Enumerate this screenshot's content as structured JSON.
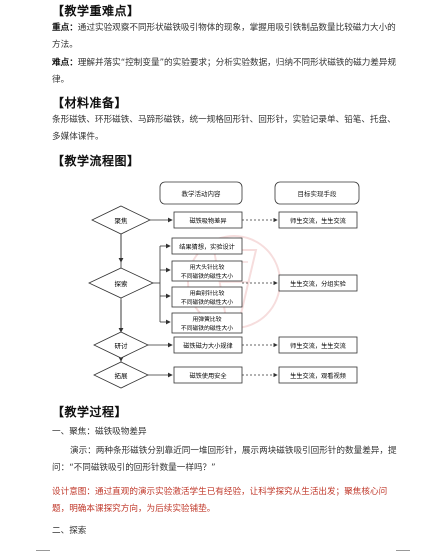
{
  "sections": {
    "key_points": {
      "heading": "【教学重难点】",
      "focus_label": "重点：",
      "focus_text": "通过实验观察不同形状磁铁吸引物体的现象，掌握用吸引铁制品数量比较磁力大小的方法。",
      "difficulty_label": "难点：",
      "difficulty_text": "理解并落实“控制变量”的实验要求；分析实验数据，归纳不同形状磁铁的磁力差异规律。"
    },
    "materials": {
      "heading": "【材料准备】",
      "text": "条形磁铁、环形磁铁、马蹄形磁铁，统一规格回形针、回形针，实验记录单、铅笔、托盘、多媒体课件。"
    },
    "flowchart": {
      "heading": "【教学流程图】",
      "col_activity": "教学活动内容",
      "col_goal": "目标实现手段",
      "stages": [
        "聚焦",
        "探索",
        "研讨",
        "拓展"
      ],
      "activities": [
        "磁铁吸物差异",
        "结果猜想，实验设计",
        "用大头针比较",
        "不同磁铁的磁性大小",
        "用曲别针比较",
        "不同磁铁的磁性大小",
        "用弹簧比较",
        "不同磁铁的磁性大小",
        "磁铁磁力大小规律",
        "磁铁使用安全"
      ],
      "goals": [
        "师生交流，生生交流",
        "生生交流，分组实验",
        "师生交流，生生交流",
        "生生交流，观看视频"
      ]
    },
    "process": {
      "heading": "【教学过程】",
      "step1_title": "一、聚焦：磁铁吸物差异",
      "demo_text": "演示：两种条形磁铁分别靠近同一堆回形针，展示两块磁铁吸引回形针的数量差异，提问：“不同磁铁吸引的回形针数量一样吗？”",
      "design_text": "设计意图：通过直观的演示实验激活学生已有经验，让科学探究从生活出发；聚焦核心问题，明确本课探究方向，为后续实验铺垫。",
      "step2_title": "二、探索"
    }
  },
  "colors": {
    "accent_red": "#c0392b",
    "line": "#333333",
    "watermark": "#e8a0a0"
  }
}
